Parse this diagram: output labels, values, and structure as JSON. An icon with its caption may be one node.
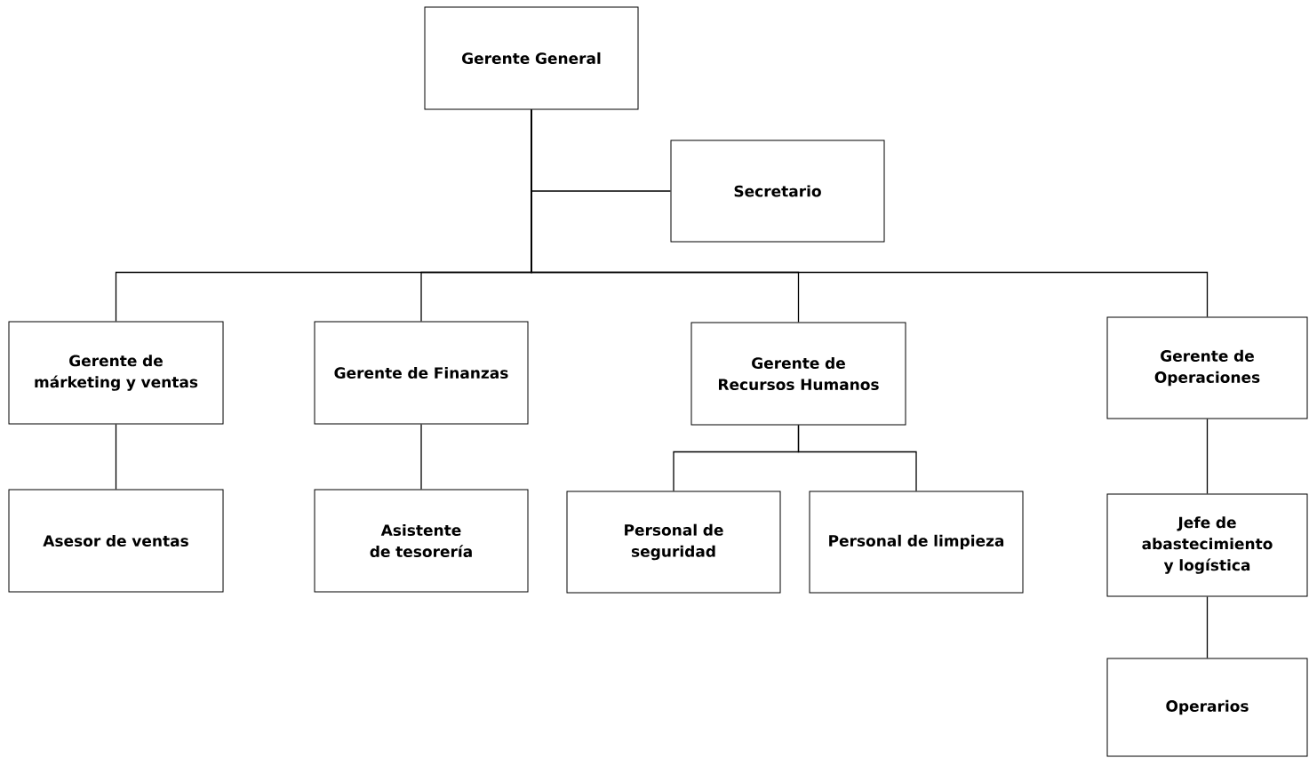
{
  "diagram": {
    "nodes": [
      {
        "text": [
          "Gerente General"
        ]
      },
      {
        "text": [
          "Secretario"
        ]
      },
      {
        "text": [
          "Gerente de márketing y ventas"
        ]
      },
      {
        "text": [
          "Gerente de Finanzas"
        ]
      },
      {
        "text": [
          "Gerente de Recursos Humanos"
        ]
      },
      {
        "text": [
          "Gerente de Operaciones"
        ]
      },
      {
        "text": [
          "Asesor de ventas"
        ]
      },
      {
        "text": [
          "Asistente de tesorería"
        ]
      },
      {
        "text": [
          "Personal de seguridad"
        ]
      },
      {
        "text": [
          "Personal de limpieza"
        ]
      },
      {
        "text": [
          "Jefe de abastecimiento y logística"
        ]
      },
      {
        "text": [
          "Operarios"
        ]
      }
    ],
    "edges": [
      {
        "from": 0,
        "to": 1,
        "arrow": "none"
      },
      {
        "from": 0,
        "to": 2,
        "arrow": "none"
      },
      {
        "from": 0,
        "to": 3,
        "arrow": "none"
      },
      {
        "from": 0,
        "to": 4,
        "arrow": "none"
      },
      {
        "from": 0,
        "to": 5,
        "arrow": "none"
      },
      {
        "from": 2,
        "to": 6,
        "arrow": "none"
      },
      {
        "from": 3,
        "to": 7,
        "arrow": "none"
      },
      {
        "from": 4,
        "to": 8,
        "arrow": "none"
      },
      {
        "from": 4,
        "to": 9,
        "arrow": "none"
      },
      {
        "from": 5,
        "to": 10,
        "arrow": "none"
      },
      {
        "from": 10,
        "to": 11,
        "arrow": "none"
      }
    ]
  }
}
